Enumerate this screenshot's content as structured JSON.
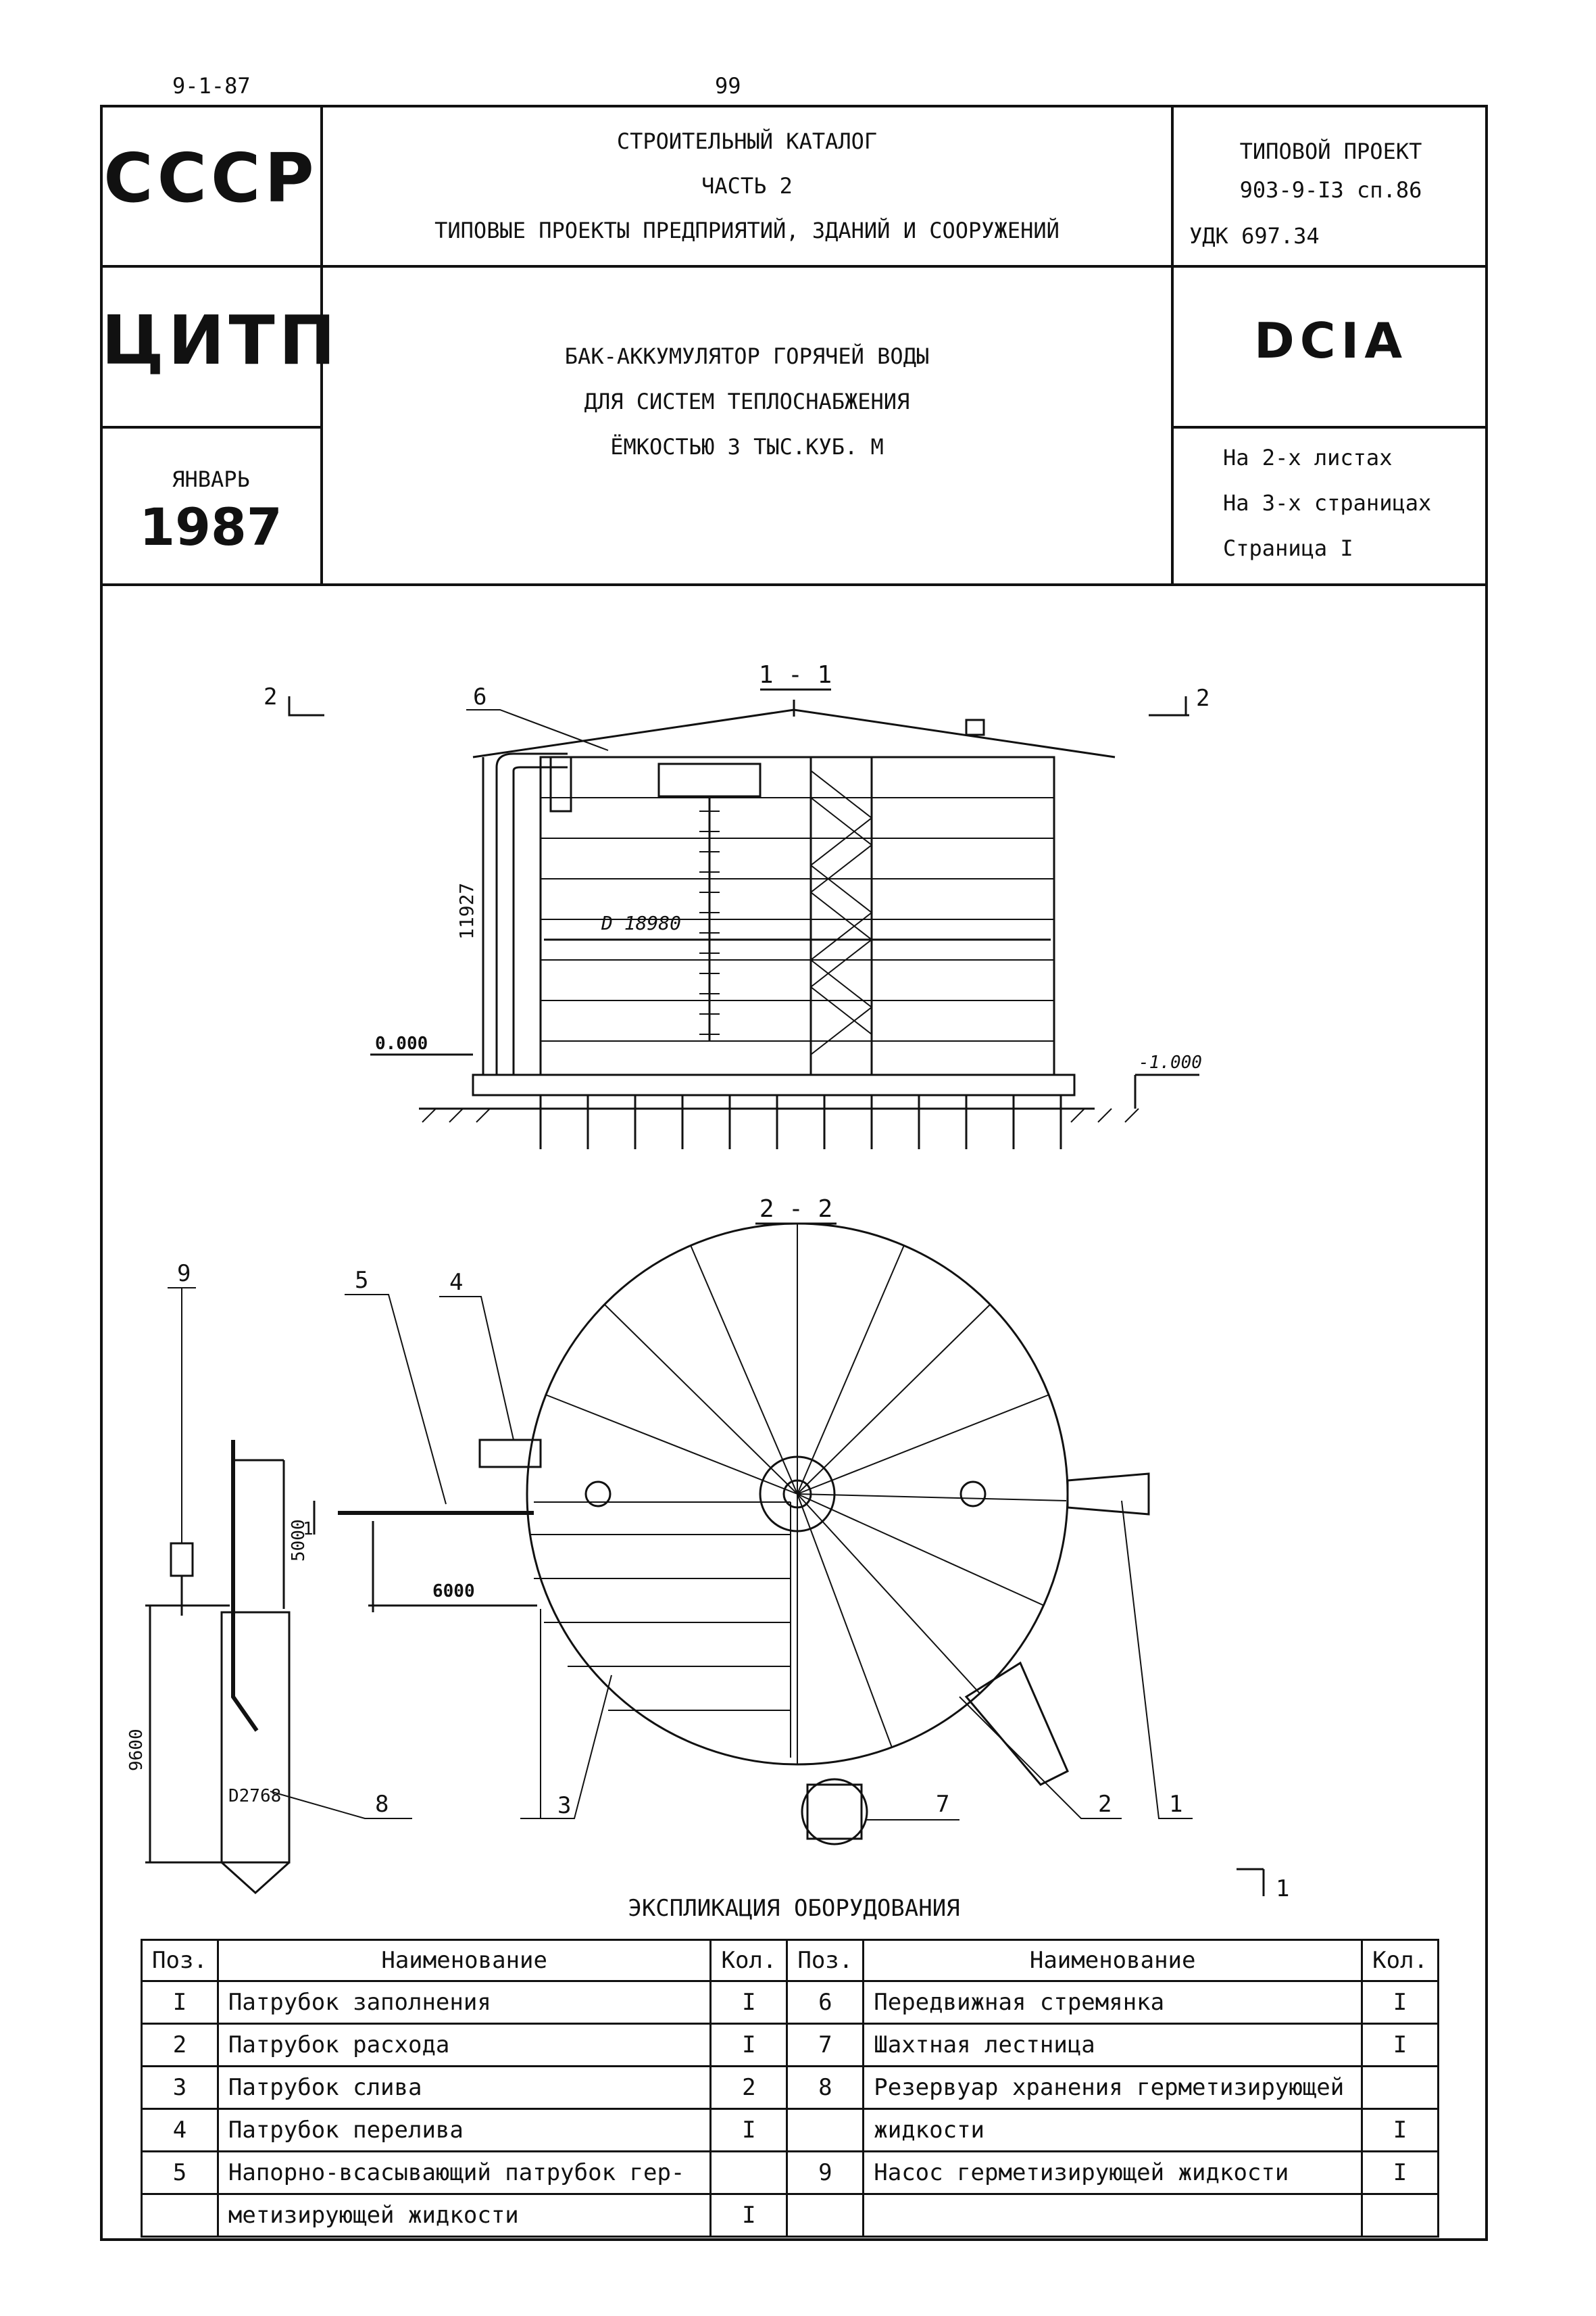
{
  "page_header": {
    "doc_code": "9-1-87",
    "page_number": "99"
  },
  "stamp": {
    "org_primary": "СССР",
    "org_secondary": "ЦИТП",
    "month": "ЯНВАРЬ",
    "year": "1987",
    "catalog_lines": [
      "СТРОИТЕЛЬНЫЙ КАТАЛОГ",
      "ЧАСТЬ 2",
      "ТИПОВЫЕ ПРОЕКТЫ ПРЕДПРИЯТИЙ, ЗДАНИЙ И СООРУЖЕНИЙ"
    ],
    "project_label": "ТИПОВОЙ ПРОЕКТ",
    "project_number": "903-9-I3 сп.86",
    "udk": "УДК 697.34",
    "title_lines": [
      "БАК-АККУМУЛЯТОР ГОРЯЧЕЙ ВОДЫ",
      "ДЛЯ СИСТЕМ ТЕПЛОСНАБЖЕНИЯ",
      "ЁМКОСТЬЮ 3 ТЫС.КУБ. М"
    ],
    "sheet_code": "DCIA",
    "sheet_lines": [
      "На 2-х листах",
      "На 3-х страницах",
      "Страница I"
    ]
  },
  "drawing": {
    "section_1_label": "1 - 1",
    "section_2_label": "2 - 2",
    "cut_2_left": "2",
    "cut_2_right": "2",
    "cut_1": "1",
    "height_dim": "11927",
    "diameter_dim": "D 18980",
    "level_zero": "0.000",
    "level_minus": "-1.000",
    "dim_5000": "5000",
    "dim_6000": "6000",
    "dim_9600": "9600",
    "reservoir_diameter": "D2768",
    "dim_1": "1",
    "callouts": [
      "1",
      "2",
      "3",
      "4",
      "5",
      "6",
      "7",
      "8",
      "9"
    ]
  },
  "explication": {
    "title": "ЭКСПЛИКАЦИЯ ОБОРУДОВАНИЯ",
    "headers": [
      "Поз.",
      "Наименование",
      "Кол.",
      "Поз.",
      "Наименование",
      "Кол."
    ],
    "rows": [
      [
        "I",
        "Патрубок заполнения",
        "I",
        "6",
        "Передвижная стремянка",
        "I"
      ],
      [
        "2",
        "Патрубок расхода",
        "I",
        "7",
        "Шахтная лестница",
        "I"
      ],
      [
        "3",
        "Патрубок слива",
        "2",
        "8",
        "Резервуар хранения герметизирующей",
        ""
      ],
      [
        "4",
        "Патрубок перелива",
        "I",
        "",
        "жидкости",
        "I"
      ],
      [
        "5",
        "Напорно-всасывающий патрубок гер-",
        "",
        "9",
        "Насос герметизирующей жидкости",
        "I"
      ],
      [
        "",
        "метизирующей жидкости",
        "I",
        "",
        "",
        ""
      ]
    ]
  },
  "colors": {
    "ink": "#111111",
    "paper": "#ffffff"
  }
}
